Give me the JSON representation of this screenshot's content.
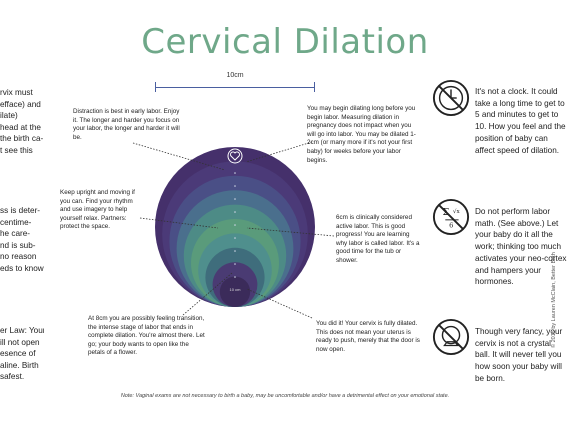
{
  "title": "Cervical Dilation",
  "measure_label": "10cm",
  "center_label": "10 cm",
  "colors": {
    "title": "#6fa889",
    "rings": [
      "#3b2b5a",
      "#4a3b73",
      "#3f6d7c",
      "#4f8f8d",
      "#5a9b7b",
      "#4d8b86",
      "#4a6f8d",
      "#4a4f86",
      "#4b3a78",
      "#45306b"
    ],
    "heart": "#ffffff"
  },
  "notes": {
    "early": "Distraction is best in early labor. Enjoy it. The longer and harder you focus on your labor, the longer and harder it will be.",
    "before": "You may begin dilating long before you begin labor. Measuring dilation in pregnancy does not impact when you will go into labor. You may be dilated 1-2cm (or many more if it's not your first baby) for weeks before your labor begins.",
    "upright": "Keep upright and moving if you can. Find your rhythm and use imagery to help yourself relax. Partners: protect the space.",
    "six": "6cm is clinically considered active labor. This is good progress! You are learning why labor is called labor. It's a good time for the tub or shower.",
    "eight": "At 8cm you are possibly feeling transition, the intense stage of labor that ends in complete dilation. You're almost there. Let go; your body wants to open like the petals of a flower.",
    "done": "You did it! Your cervix is fully dilated. This does not mean your uterus is ready to push, merely that the door is now open."
  },
  "left_fragments": {
    "block1": [
      "rvix must",
      "efface) and",
      "ilate)",
      "head at the",
      "the birth ca-",
      "t see this"
    ],
    "block2": [
      "ss is deter-",
      "centime-",
      "he care-",
      "nd is sub-",
      "no reason",
      "eds to know"
    ],
    "block3": [
      "er Law: Your",
      "ill not open",
      "esence of",
      "aline. Birth",
      "safest."
    ]
  },
  "right": {
    "clock_text": "It's not a clock. It could take a long time to get to 5 and minutes to get to 10. How you feel and the position of baby can affect speed of dilation.",
    "math_text": "Do not perform labor math. (See above.) Let your baby do it all the work; thinking too much activates your neo-cortex and hampers your hormones.",
    "ball_text": "Though very fancy, your cervix is not a crystal ball. It will never tell you how soon your baby will be born."
  },
  "icons": [
    "clock-no-icon",
    "math-no-icon",
    "crystal-ball-no-icon"
  ],
  "footnote": "Note: Vaginal exams are not necessary to birth a baby, may be uncomfortable and/or have a detrimental effect on your emotional state.",
  "copyright": "© 2015 by Lauren McClain, Better Birth"
}
